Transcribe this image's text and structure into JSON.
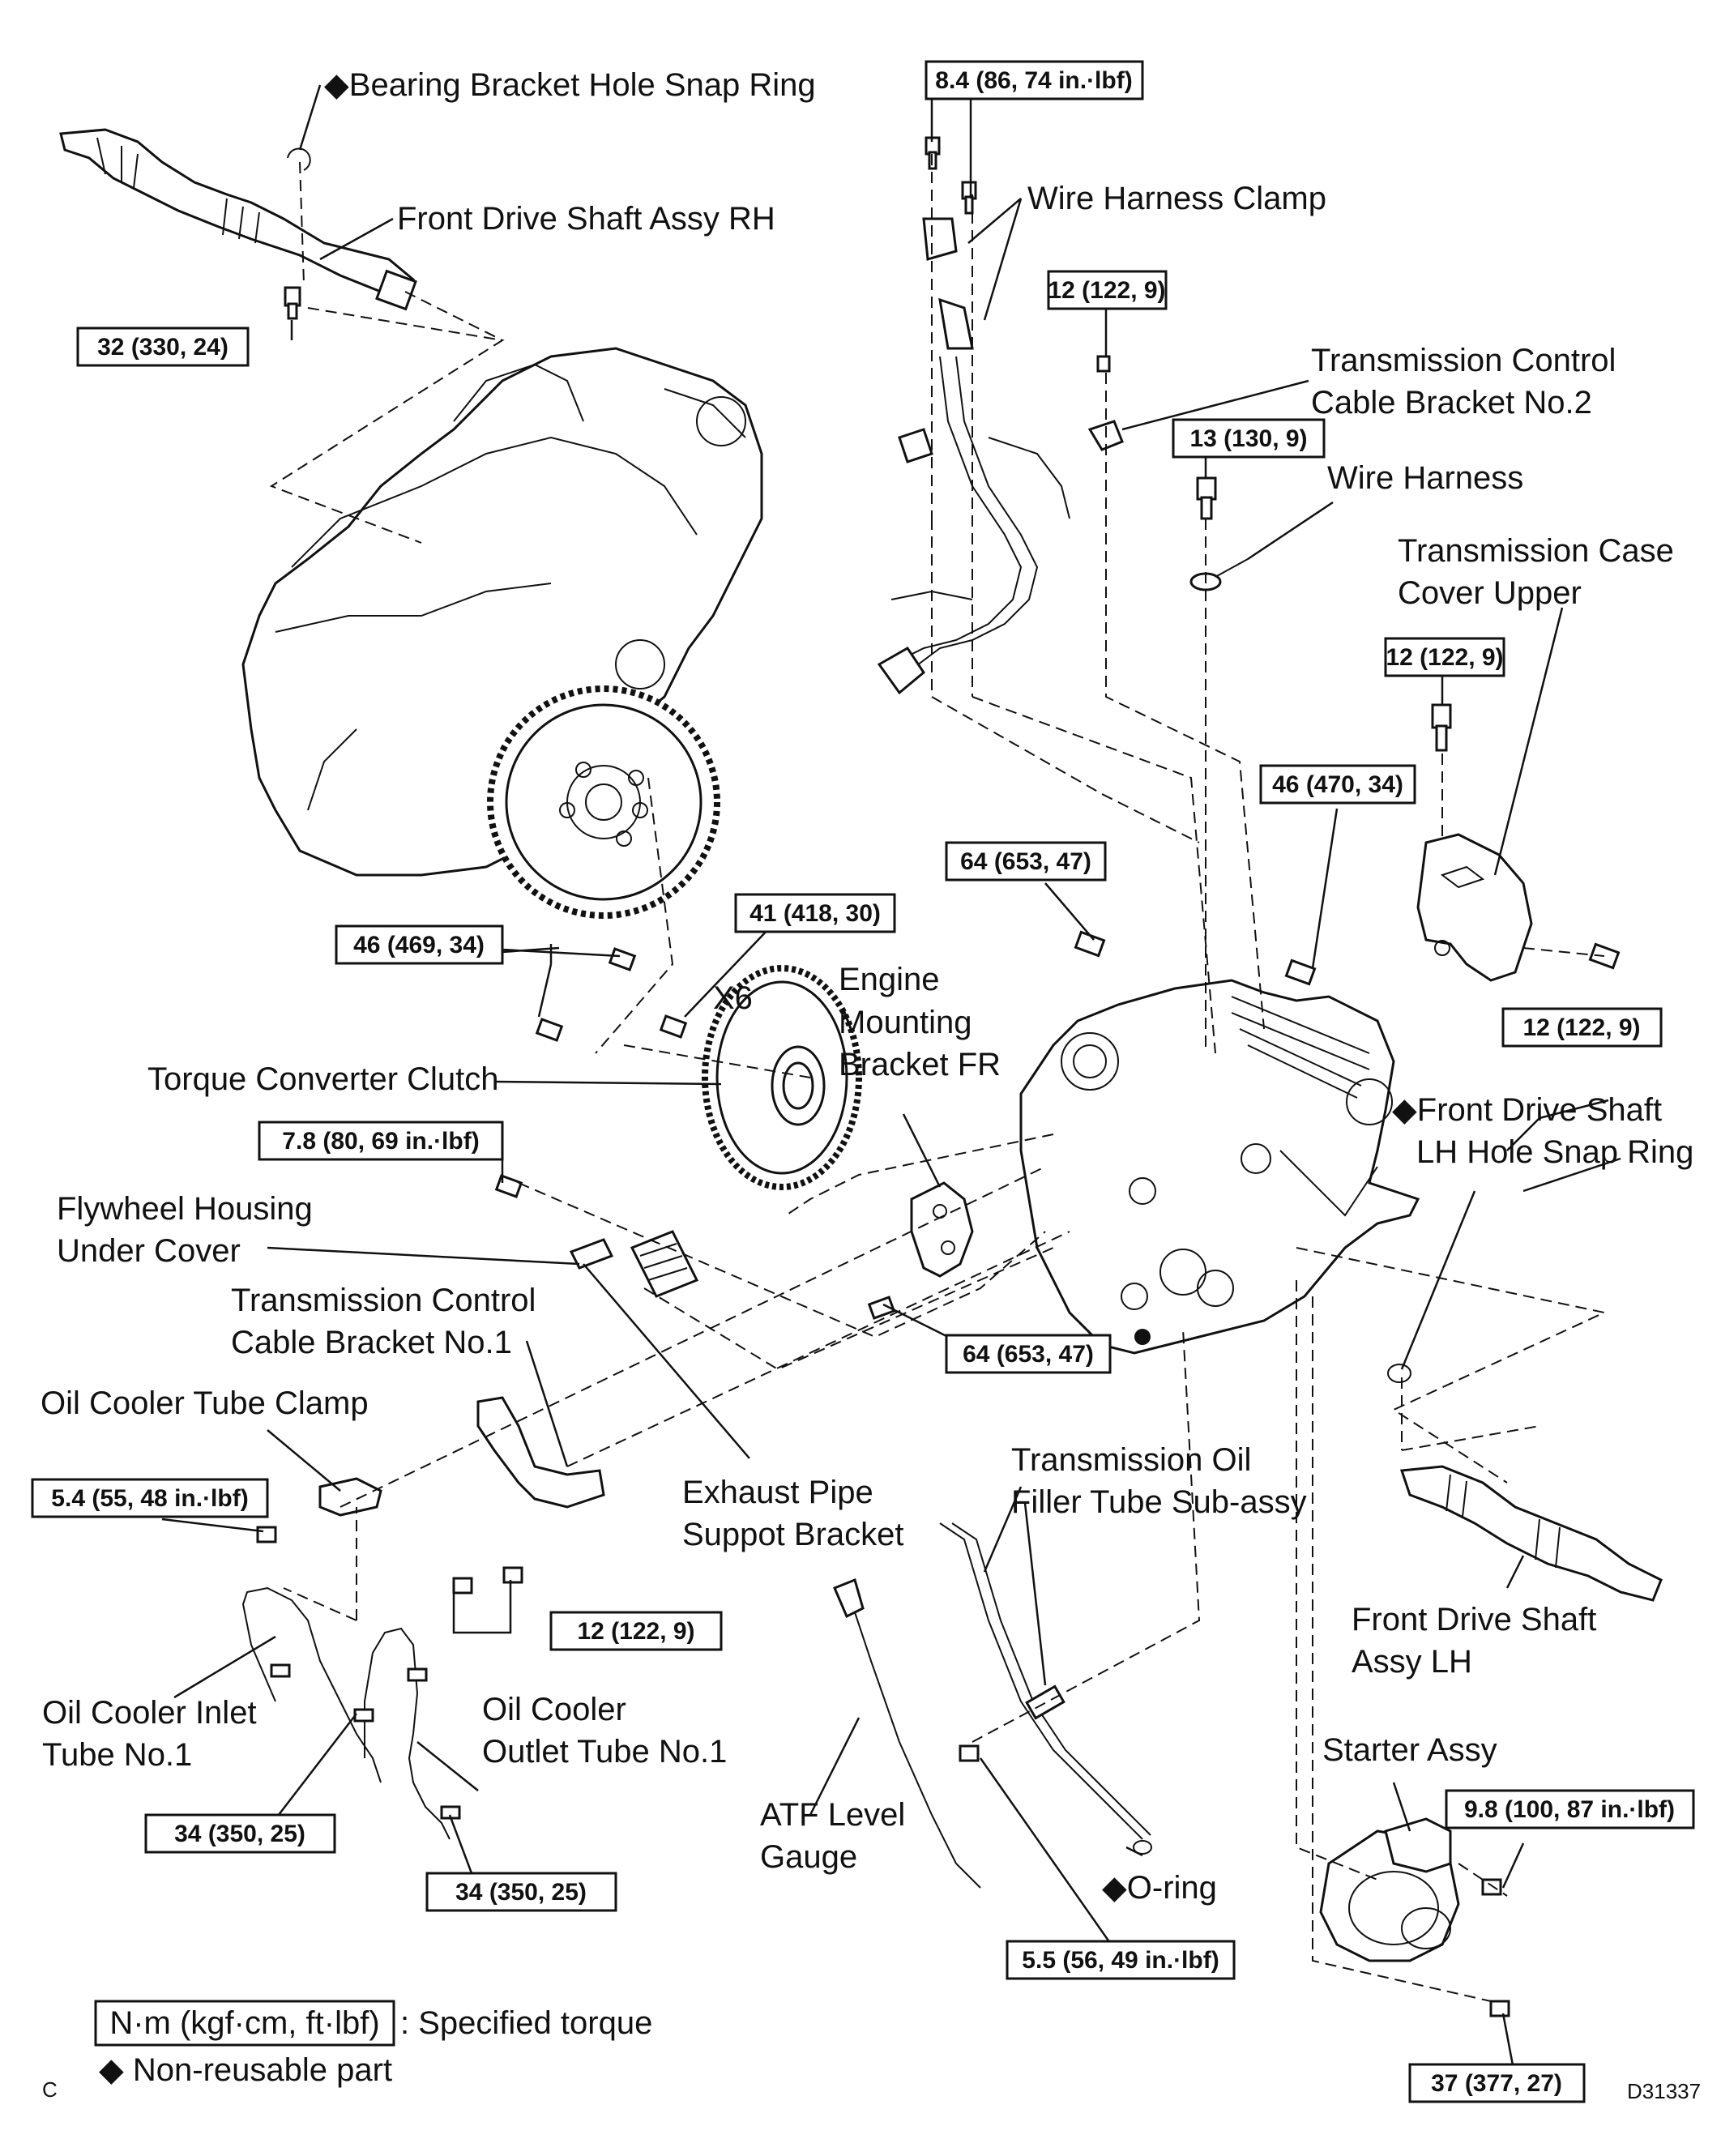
{
  "labels": {
    "bearing_snap_ring": "◆Bearing Bracket Hole Snap Ring",
    "front_drive_shaft_rh": "Front Drive Shaft Assy RH",
    "wire_harness_clamp": "Wire Harness Clamp",
    "tcc_bracket2_l1": "Transmission Control",
    "tcc_bracket2_l2": "Cable Bracket No.2",
    "wire_harness": "Wire Harness",
    "case_cover_l1": "Transmission Case",
    "case_cover_l2": "Cover Upper",
    "engine_mount_l1": "Engine",
    "engine_mount_l2": "Mounting",
    "engine_mount_l3": "Bracket FR",
    "x6": "X6",
    "torque_converter": "Torque Converter Clutch",
    "fds_lh_snap_l1": "◆Front Drive Shaft",
    "fds_lh_snap_l2": "LH Hole Snap Ring",
    "flywheel_cover_l1": "Flywheel Housing",
    "flywheel_cover_l2": "Under Cover",
    "tcc_bracket1_l1": "Transmission Control",
    "tcc_bracket1_l2": "Cable Bracket No.1",
    "oil_cooler_clamp": "Oil Cooler Tube Clamp",
    "exhaust_l1": "Exhaust Pipe",
    "exhaust_l2": "Suppot Bracket",
    "filler_l1": "Transmission Oil",
    "filler_l2": "Filler Tube Sub-assy",
    "fds_lh_l1": "Front Drive Shaft",
    "fds_lh_l2": "Assy LH",
    "inlet_l1": "Oil Cooler Inlet",
    "inlet_l2": "Tube No.1",
    "outlet_l1": "Oil Cooler",
    "outlet_l2": "Outlet Tube No.1",
    "atf_l1": "ATF Level",
    "atf_l2": "Gauge",
    "oring": "◆O-ring",
    "starter": "Starter Assy"
  },
  "torques": {
    "t_84": "8.4 (86, 74 in.·lbf)",
    "t_32": "32 (330, 24)",
    "t_12_top": "12 (122, 9)",
    "t_13": "13 (130, 9)",
    "t_12_cover": "12 (122, 9)",
    "t_46_470": "46 (470, 34)",
    "t_64_top": "64 (653, 47)",
    "t_41": "41 (418, 30)",
    "t_46_469": "46 (469, 34)",
    "t_12_right": "12 (122, 9)",
    "t_78": "7.8 (80, 69 in.·lbf)",
    "t_64_bottom": "64 (653, 47)",
    "t_54": "5.4 (55, 48 in.·lbf)",
    "t_12_bottom": "12 (122, 9)",
    "t_34_a": "34 (350, 25)",
    "t_34_b": "34 (350, 25)",
    "t_98": "9.8 (100, 87 in.·lbf)",
    "t_55": "5.5 (56, 49 in.·lbf)",
    "t_37": "37 (377, 27)"
  },
  "legend": {
    "unit_box": "N·m (kgf·cm, ft·lbf)",
    "specified": ": Specified torque",
    "non_reusable": "◆ Non-reusable part"
  },
  "corner": {
    "left": "C",
    "code": "D31337"
  }
}
